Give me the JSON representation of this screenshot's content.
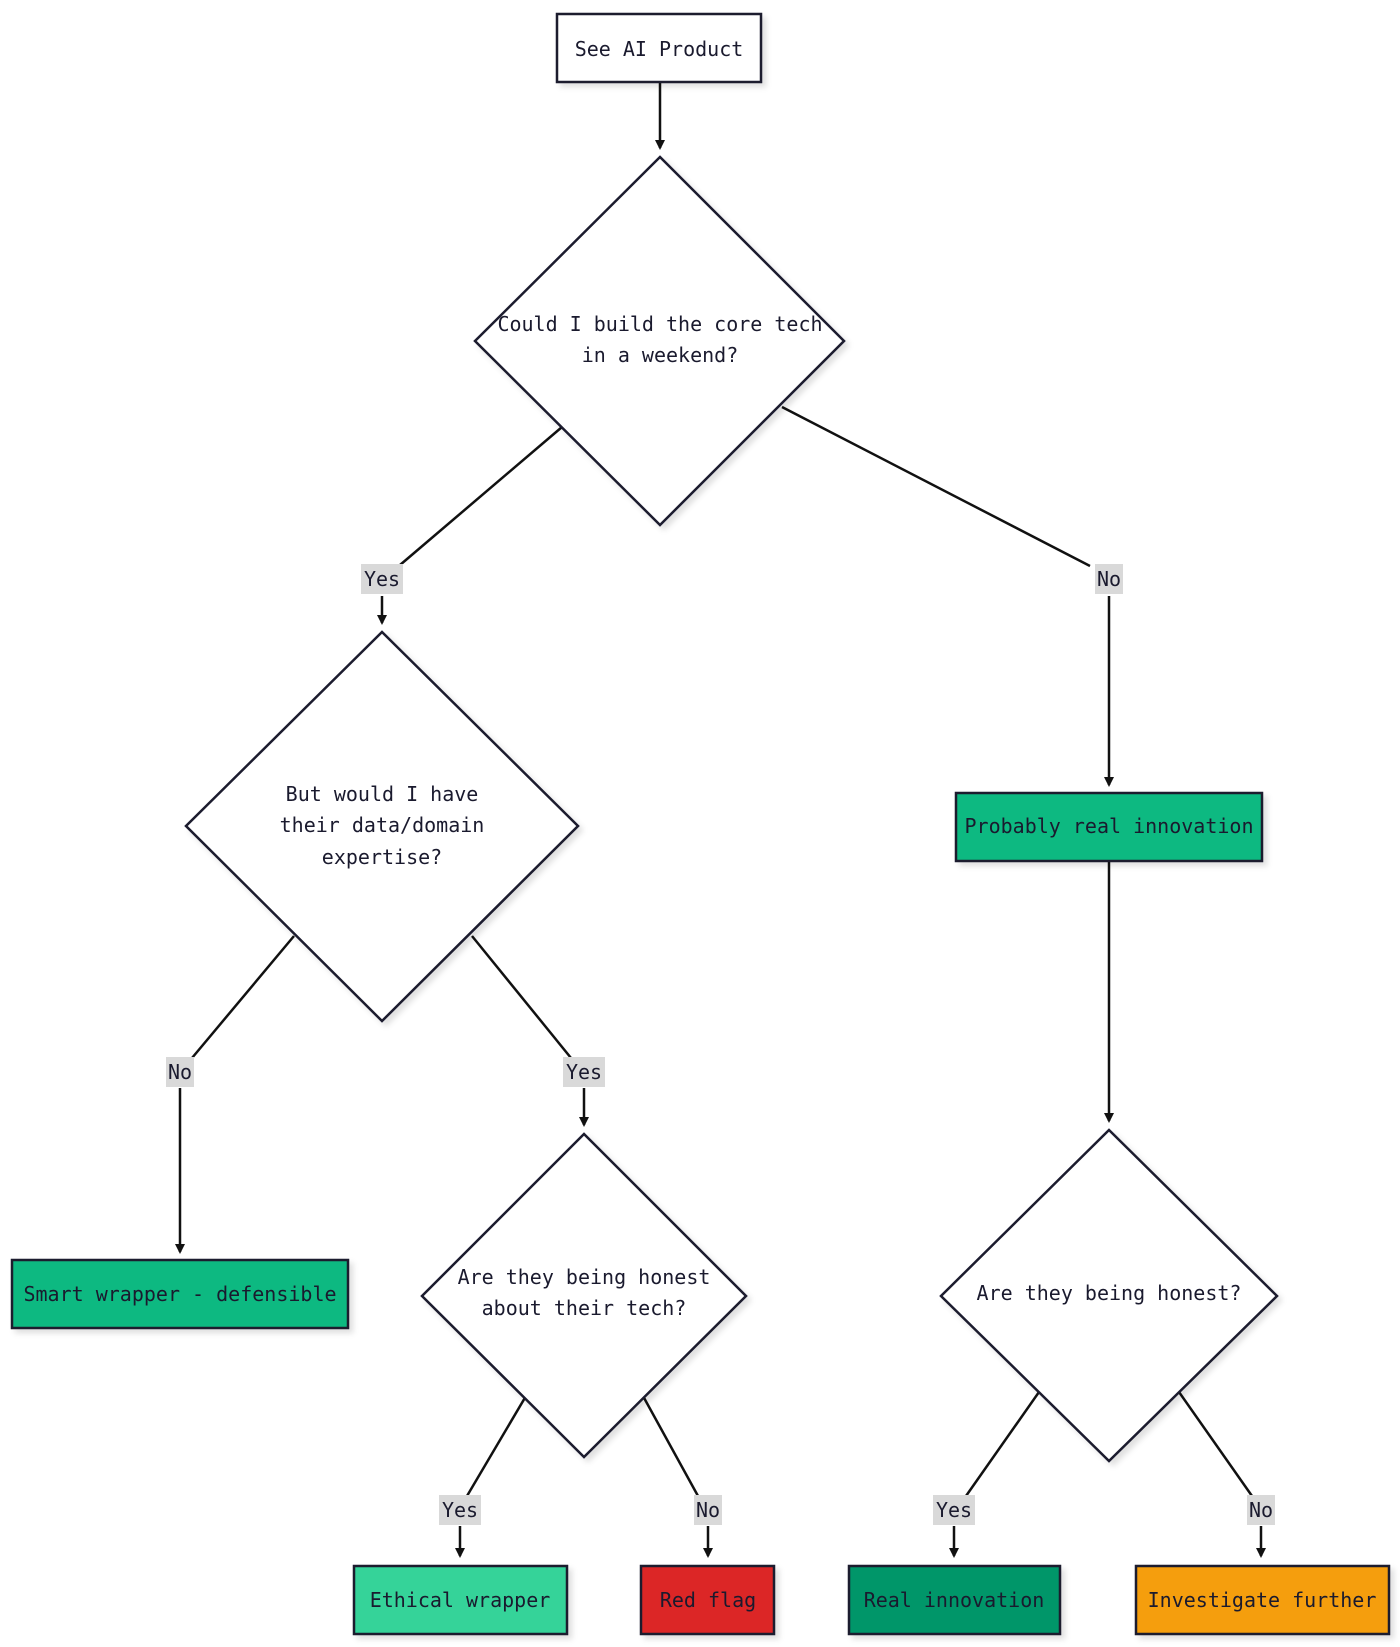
{
  "diagram": {
    "nodes": {
      "start": {
        "text": "See AI Product",
        "fill": "#ffffff"
      },
      "q1": {
        "lines": [
          "Could I build the core tech",
          "in a weekend?"
        ],
        "fill": "#ffffff"
      },
      "q2": {
        "lines": [
          "But would I have",
          "their data/domain",
          "expertise?"
        ],
        "fill": "#ffffff"
      },
      "probably": {
        "text": "Probably real innovation",
        "fill": "#10b981"
      },
      "smart": {
        "text": "Smart wrapper - defensible",
        "fill": "#10b981"
      },
      "q3": {
        "lines": [
          "Are they being honest",
          "about their tech?"
        ],
        "fill": "#ffffff"
      },
      "q4": {
        "lines": [
          "Are they being honest?"
        ],
        "fill": "#ffffff"
      },
      "ethical": {
        "text": "Ethical wrapper",
        "fill": "#34d399"
      },
      "redflag": {
        "text": "Red flag",
        "fill": "#dc2626"
      },
      "real": {
        "text": "Real innovation",
        "fill": "#059669"
      },
      "investigate": {
        "text": "Investigate further",
        "fill": "#f59e0b"
      }
    },
    "edge_labels": {
      "q1_yes": "Yes",
      "q1_no": "No",
      "q2_no": "No",
      "q2_yes": "Yes",
      "q3_yes": "Yes",
      "q3_no": "No",
      "q4_yes": "Yes",
      "q4_no": "No"
    },
    "label_bg": "#d9d9d9",
    "stroke": "#1a1a2e"
  }
}
